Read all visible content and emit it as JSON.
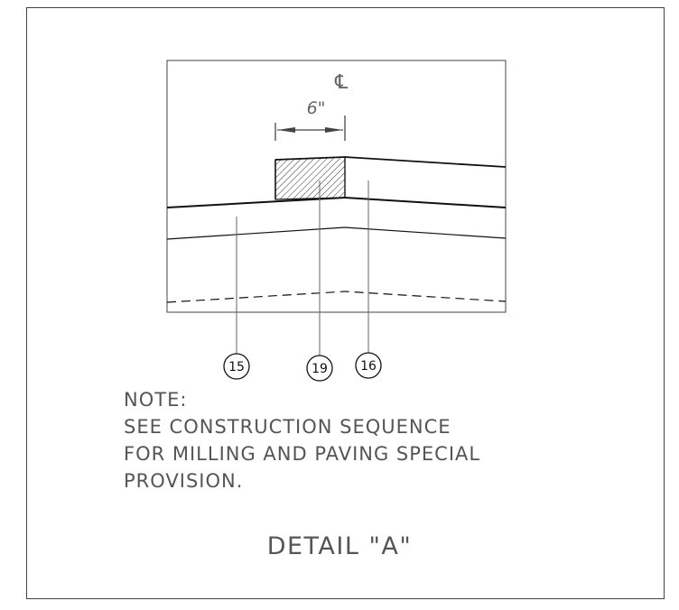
{
  "dimension": {
    "label": "6\""
  },
  "centerline": {
    "symbol": "℄"
  },
  "callouts": [
    {
      "id": "15"
    },
    {
      "id": "19"
    },
    {
      "id": "16"
    }
  ],
  "note": {
    "heading": "NOTE:",
    "lines": [
      "SEE CONSTRUCTION SEQUENCE",
      "FOR MILLING AND PAVING SPECIAL",
      "PROVISION."
    ]
  },
  "title": "DETAIL \"A\""
}
